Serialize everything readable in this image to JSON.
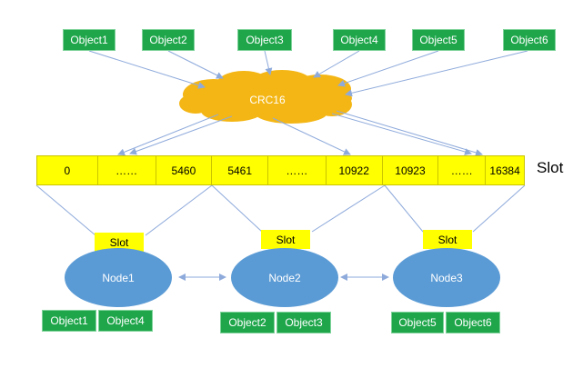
{
  "hash": {
    "label": "CRC16",
    "color": "#f4b614"
  },
  "objects_top": [
    "Object1",
    "Object2",
    "Object3",
    "Object4",
    "Object5",
    "Object6"
  ],
  "slot_cells": [
    "0",
    "……",
    "5460",
    "5461",
    "……",
    "10922",
    "10923",
    "……",
    "16384"
  ],
  "slot_axis_label": "Slot",
  "nodes": [
    {
      "name": "Node1",
      "slot_label": "Slot",
      "objects": [
        "Object1",
        "Object4"
      ]
    },
    {
      "name": "Node2",
      "slot_label": "Slot",
      "objects": [
        "Object2",
        "Object3"
      ]
    },
    {
      "name": "Node3",
      "slot_label": "Slot",
      "objects": [
        "Object5",
        "Object6"
      ]
    }
  ],
  "colors": {
    "object": "#1fa64b",
    "slot": "#ffff00",
    "node": "#5b9bd5",
    "arrow": "#8eaadb"
  }
}
